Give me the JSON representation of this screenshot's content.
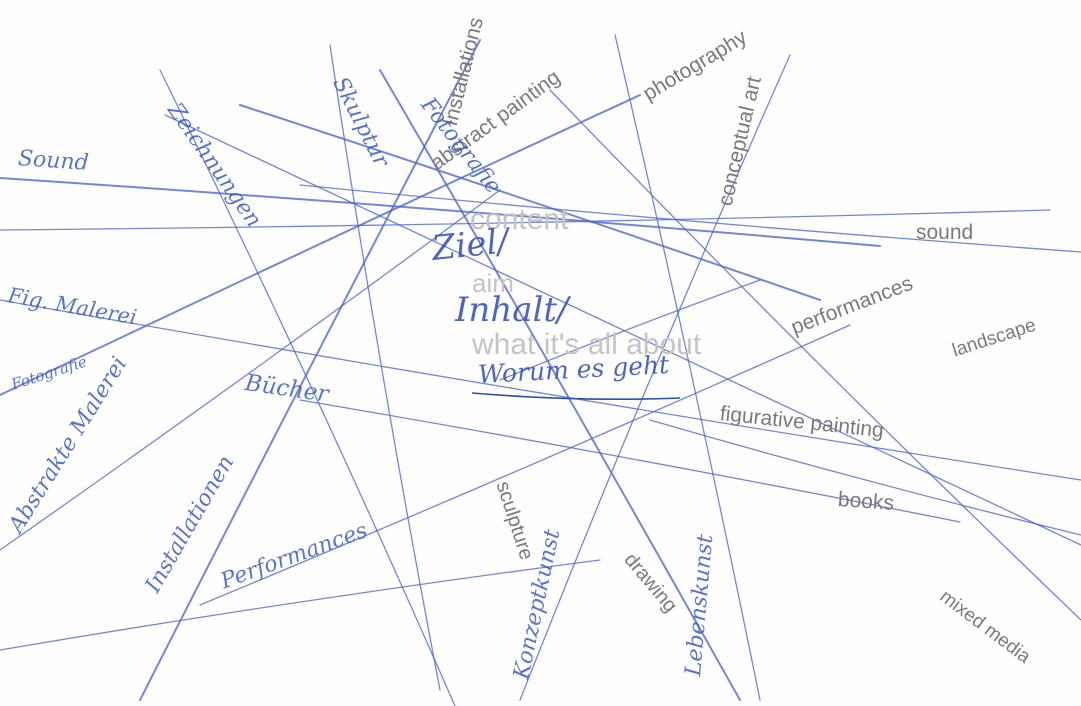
{
  "labels": {
    "installations": "Installations",
    "abstract_painting": "abstract painting",
    "photography": "photography",
    "conceptual_art": "conceptual art",
    "sound": "sound",
    "performances": "performances",
    "landscape": "landscape",
    "figurative_painting": "figurative painting",
    "books": "books",
    "mixed_media": "mixed media",
    "drawing": "drawing",
    "sculpture": "sculpture",
    "content": "content",
    "aim": "aim",
    "what_its_all_about": "what it's all about"
  },
  "handwriting": {
    "sound": "Sound",
    "zeichnungen": "Zeichnungen",
    "skulptur": "Skulptur",
    "fotografie_top": "Fotografie",
    "fig_malerei": "Fig. Malerei",
    "fotografie": "Fotografie",
    "abstrakte_malerei": "Abstrakte Malerei",
    "buecher": "Bücher",
    "installationen": "Installationen",
    "performances": "Performances",
    "konzeptkunst": "Konzeptkunst",
    "lehenskunst": "Lebenskunst",
    "ziel": "Ziel/",
    "inhalt": "Inhalt/",
    "worum_es_geht": "Worum es geht"
  },
  "colors": {
    "ink": "#4a66cc",
    "label_gray": "#7a7a7a",
    "light_gray": "#c4c4c4"
  }
}
